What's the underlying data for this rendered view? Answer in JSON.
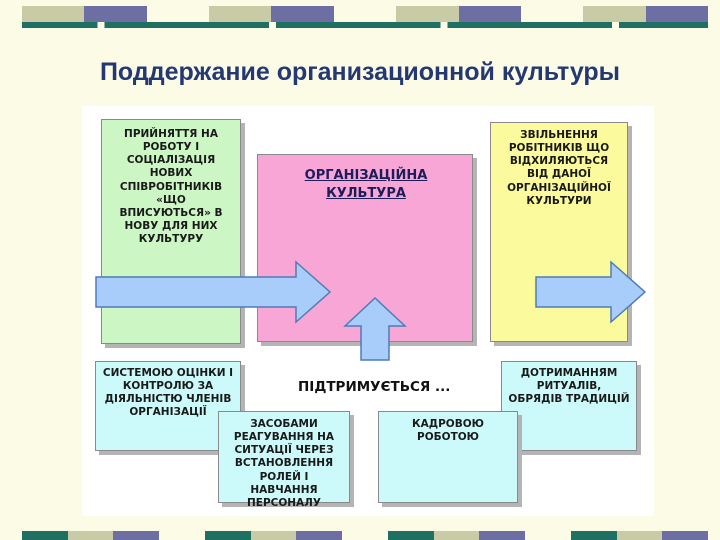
{
  "title": "Поддержание организационной культуры",
  "diagram": {
    "hiring_box": "ПРИЙНЯТТЯ НА РОБОТУ І СОЦІАЛІЗАЦІЯ НОВИХ СПІВРОБІТНИКІВ «ЩО ВПИСУЮТЬСЯ» В НОВУ ДЛЯ НИХ КУЛЬТУРУ",
    "culture_box": "ОРГАНІЗАЦІЙНА КУЛЬТУРА",
    "dismissal_box": "ЗВІЛЬНЕННЯ РОБІТНИКІВ ЩО ВІДХИЛЯЮТЬСЯ ВІД ДАНОЇ ОРГАНІЗАЦІЙНОЇ КУЛЬТУРИ",
    "supported_by": "ПІДТРИМУЄТЬСЯ ...",
    "evaluation_box": "СИСТЕМОЮ ОЦІНКИ І КОНТРОЛЮ ЗА ДІЯЛЬНІСТЮ ЧЛЕНІВ ОРГАНІЗАЦІЇ",
    "response_box": "ЗАСОБАМИ РЕАГУВАННЯ НА СИТУАЦІЇ ЧЕРЕЗ ВСТАНОВЛЕННЯ РОЛЕЙ І НАВЧАННЯ ПЕРСОНАЛУ",
    "hr_box": "КАДРОВОЮ РОБОТОЮ",
    "rituals_box": "ДОТРИМАННЯМ РИТУАЛІВ, ОБРЯДІВ ТРАДИЦІЙ"
  },
  "colors": {
    "green_box": "#ccf7c4",
    "pink_box": "#f8a6d6",
    "yellow_box": "#fbfb9e",
    "cyan_box": "#ccfafa",
    "arrow_fill": "#a8cdfa",
    "arrow_stroke": "#4f7cb5",
    "title": "#243872"
  }
}
